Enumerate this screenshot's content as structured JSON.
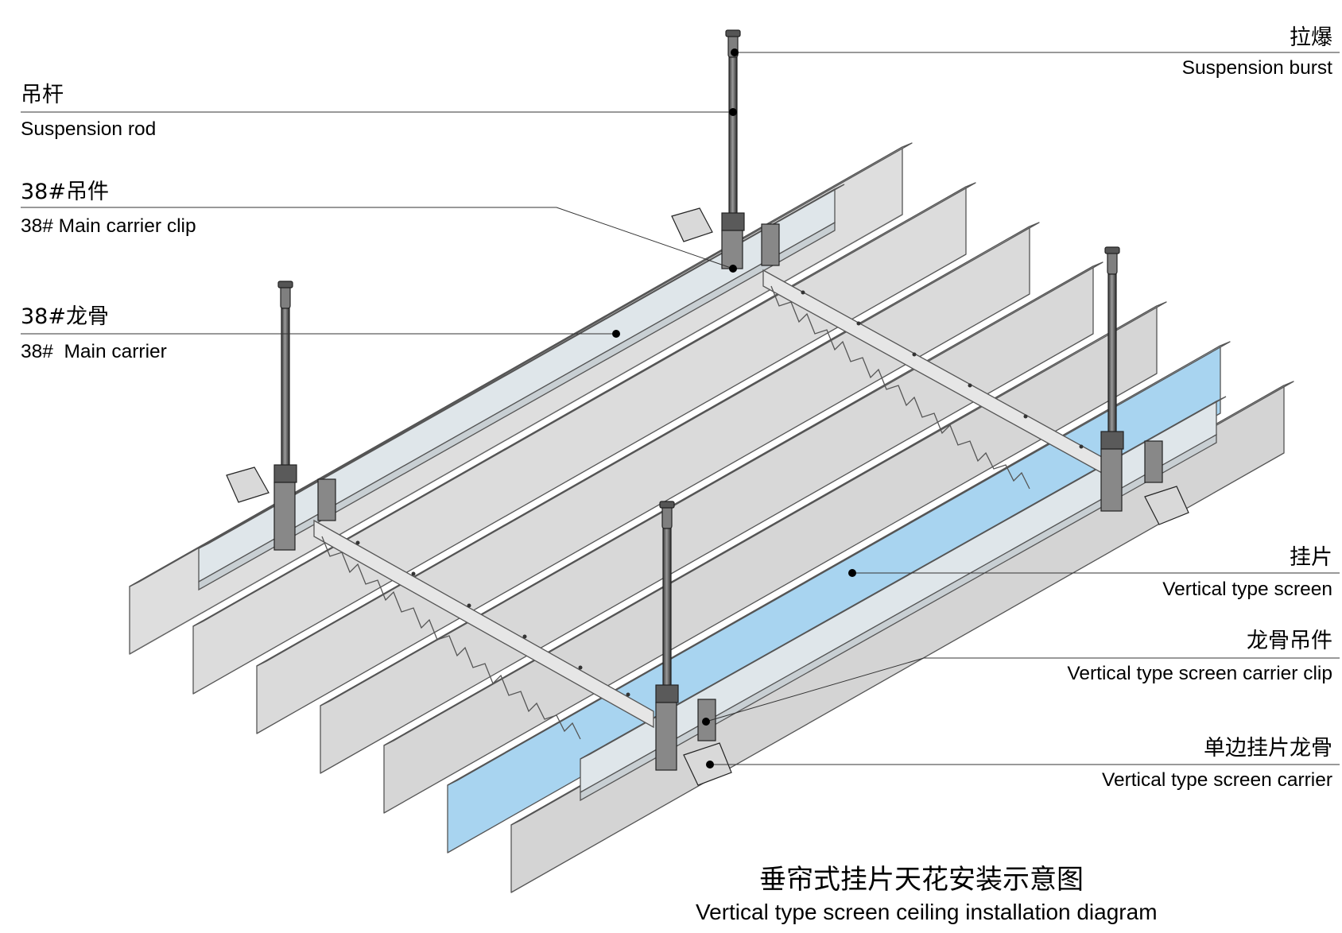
{
  "labels": {
    "suspension_burst": {
      "zh": "拉爆",
      "en": "Suspension burst"
    },
    "suspension_rod": {
      "zh": "吊杆",
      "en": "Suspension rod"
    },
    "main_carrier_clip": {
      "zh": "38#吊件",
      "en": "38# Main carrier clip"
    },
    "main_carrier": {
      "zh": "38#龙骨",
      "en": "38#  Main carrier"
    },
    "vertical_screen": {
      "zh": "挂片",
      "en": "Vertical type screen"
    },
    "screen_carrier_clip": {
      "zh": "龙骨吊件",
      "en": "Vertical type screen carrier clip"
    },
    "screen_carrier": {
      "zh": "单边挂片龙骨",
      "en": "Vertical type screen carrier"
    }
  },
  "caption": {
    "zh": "垂帘式挂片天花安装示意图",
    "en": "Vertical type screen ceiling installation diagram"
  }
}
